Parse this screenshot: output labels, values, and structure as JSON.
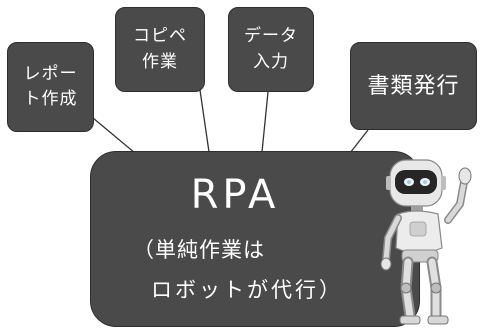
{
  "boxes": {
    "report": {
      "line1": "レポー",
      "line2": "ト作成"
    },
    "copy": {
      "line1": "コピペ",
      "line2": "作業"
    },
    "data": {
      "line1": "データ",
      "line2": "入力"
    },
    "docs": {
      "line1": "書類発行"
    }
  },
  "center": {
    "title": "RPA",
    "sub_line1": "（単純作業は",
    "sub_line2": "ロボットが代行）"
  },
  "colors": {
    "box_fill": "#4a4a4a",
    "box_border": "#2e2e2e",
    "text": "#ffffff",
    "connector": "#333333"
  },
  "icons": {
    "robot": "robot-icon"
  }
}
